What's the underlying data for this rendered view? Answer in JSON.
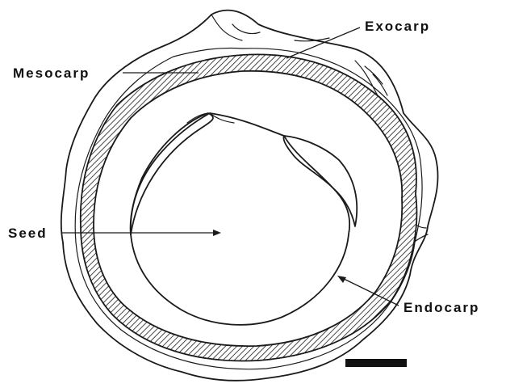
{
  "figure": {
    "labels": {
      "exocarp": "Exocarp",
      "mesocarp": "Mesocarp",
      "seed": "Seed",
      "endocarp": "Endocarp"
    },
    "colors": {
      "ink": "#1a1a1a",
      "paper": "#ffffff"
    }
  }
}
